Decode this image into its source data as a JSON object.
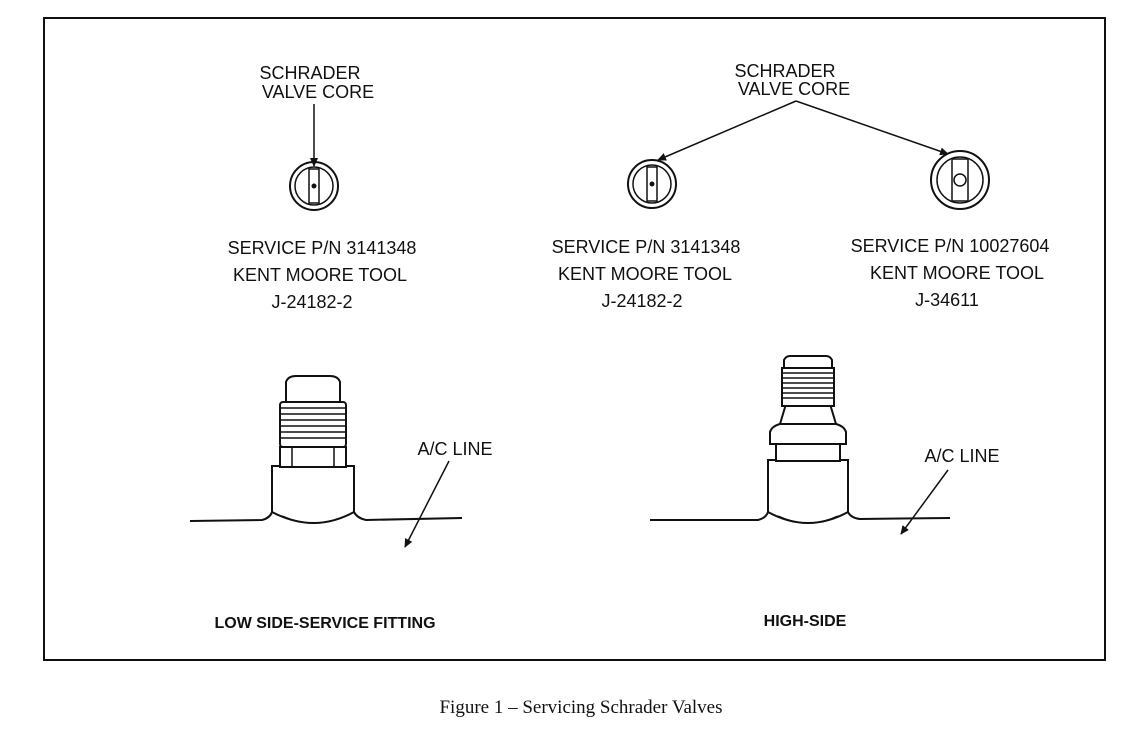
{
  "figure_caption": "Figure 1 – Servicing Schrader Valves",
  "left": {
    "callout": [
      "SCHRADER",
      "VALVE CORE"
    ],
    "part": [
      "SERVICE P/N 3141348",
      "KENT MOORE TOOL",
      "J-24182-2"
    ],
    "line_label": "A/C LINE",
    "fitting_title": "LOW SIDE-SERVICE FITTING"
  },
  "right": {
    "callout": [
      "SCHRADER",
      "VALVE CORE"
    ],
    "part_a": [
      "SERVICE P/N 3141348",
      "KENT MOORE TOOL",
      "J-24182-2"
    ],
    "part_b": [
      "SERVICE P/N 10027604",
      "KENT MOORE TOOL",
      "J-34611"
    ],
    "line_label": "A/C LINE",
    "fitting_title": "HIGH-SIDE"
  }
}
